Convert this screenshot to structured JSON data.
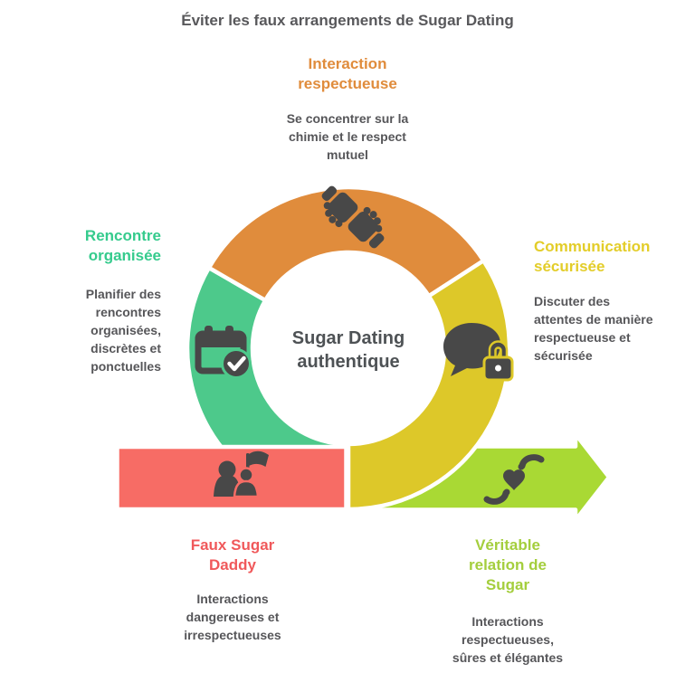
{
  "title": "Éviter les faux arrangements de Sugar Dating",
  "center_label": "Sugar Dating\nauthentique",
  "sections": {
    "top": {
      "heading": "Interaction\nrespectueuse",
      "body": "Se concentrer sur la\nchimie et le respect\nmutuel",
      "icon": "handshake-icon"
    },
    "left": {
      "heading": "Rencontre\norganisée",
      "body": "Planifier des\nrencontres\norganisées,\ndiscrètes et\nponctuelles",
      "icon": "calendar-check-icon"
    },
    "right": {
      "heading": "Communication\nsécurisée",
      "body": "Discuter des\nattentes de manière\nrespectueuse et\nsécurisée",
      "icon": "chat-lock-icon"
    },
    "bottom_left": {
      "heading": "Faux Sugar\nDaddy",
      "body": "Interactions\ndangereuses et\nirrespectueuses",
      "icon": "people-flag-icon"
    },
    "bottom_right": {
      "heading": "Véritable\nrelation de\nSugar",
      "body": "Interactions\nrespectueuses,\nsûres et élégantes",
      "icon": "heart-hands-icon"
    }
  },
  "colors": {
    "background": "#FFFFFF",
    "segment_orange": "#E08C3C",
    "segment_green": "#4DC98B",
    "segment_yellow": "#DDC829",
    "bar_red": "#F76C65",
    "arrow_green": "#A9D934",
    "icon_dark": "#484848",
    "title_text": "#58585B",
    "body_text": "#565659",
    "center_text": "#4E5255",
    "heading_top": "#E08C3C",
    "heading_left": "#35CB8D",
    "heading_right": "#E3CD29",
    "heading_bottom_left": "#F0595B",
    "heading_bottom_right": "#A4CE3D"
  }
}
